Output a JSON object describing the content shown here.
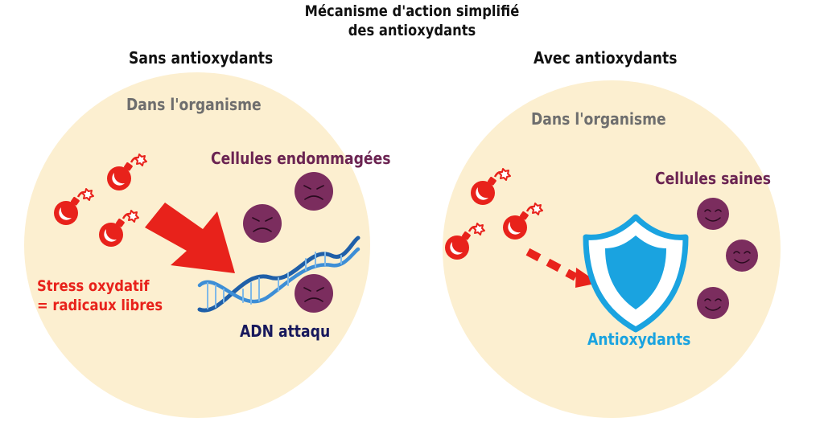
{
  "title_line1": "Mécanisme d'action simplifié",
  "title_line2": "des antioxydants",
  "left_panel": {
    "heading": "Sans antioxydants",
    "context": "Dans l'organisme",
    "cells_label": "Cellules endommagées",
    "stress_line1": "Stress oxydatif",
    "stress_line2": "= radicaux libres",
    "dna_label": "ADN attaqu"
  },
  "right_panel": {
    "heading": "Avec antioxydants",
    "context": "Dans l'organisme",
    "cells_label": "Cellules saines",
    "shield_label": "Antioxydants"
  },
  "colors": {
    "circle_fill": "#fcefd0",
    "free_radical": "#e8221b",
    "cell": "#7b2d5e",
    "shield": "#1aa3e0",
    "dna": "#1f5fa8"
  },
  "icons": [
    "bomb-icon",
    "sad-face-icon",
    "smiley-face-icon",
    "shield-icon",
    "dna-helix-icon",
    "arrow-icon"
  ]
}
